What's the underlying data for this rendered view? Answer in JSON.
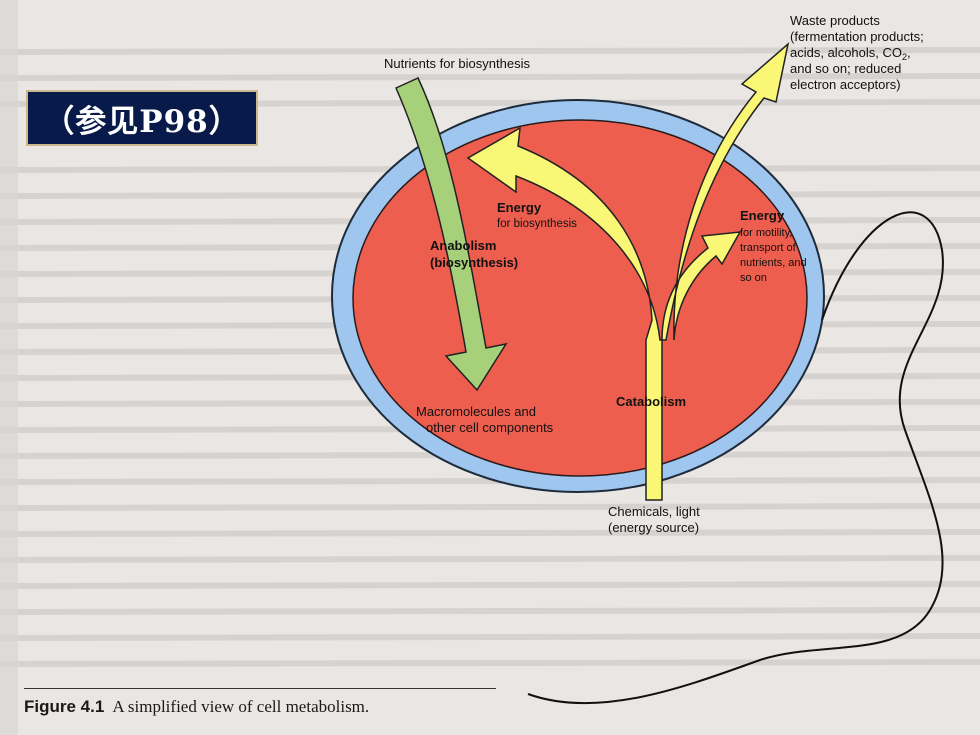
{
  "reference_badge": "（参见P98）",
  "labels": {
    "waste_products": [
      "Waste products",
      "(fermentation products;",
      "acids, alcohols, CO",
      "and so on; reduced",
      "electron acceptors)"
    ],
    "co2_subscript": "2",
    "nutrients": "Nutrients for biosynthesis",
    "energy_biosynthesis_title": "Energy",
    "energy_biosynthesis_sub": "for biosynthesis",
    "anabolism": [
      "Anabolism",
      "(biosynthesis)"
    ],
    "energy_motility_title": "Energy",
    "energy_motility_sub": [
      "for motility,",
      "transport of",
      "nutrients, and",
      "so on"
    ],
    "macromolecules": [
      "Macromolecules and",
      "other cell components"
    ],
    "catabolism": "Catabolism",
    "chemicals": [
      "Chemicals, light",
      "(energy source)"
    ]
  },
  "caption": {
    "figure_number": "Figure 4.1",
    "text": "A simplified view of cell metabolism."
  },
  "colors": {
    "cell_interior": "#ee5e4e",
    "cell_membrane": "#9ec6ee",
    "anabolism_arrow": "#a6d17a",
    "catabolism_arrow": "#fbf776",
    "badge_background": "#071a4a"
  }
}
